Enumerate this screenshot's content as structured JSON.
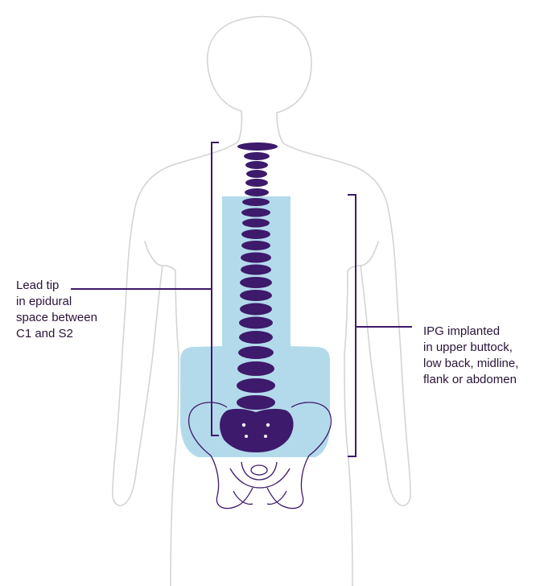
{
  "colors": {
    "body_outline": "#d4d4d4",
    "spine": "#3d1a6b",
    "implant_zone": "#b3daeb",
    "bracket": "#3d1a6b",
    "text": "#2a1438"
  },
  "annotations": {
    "lead_tip": {
      "lines": [
        "Lead tip",
        "in epidural",
        "space between",
        "C1 and S2"
      ]
    },
    "ipg": {
      "lines": [
        "IPG implanted",
        "in upper buttock,",
        "low back, midline,",
        "flank or abdomen"
      ]
    }
  }
}
